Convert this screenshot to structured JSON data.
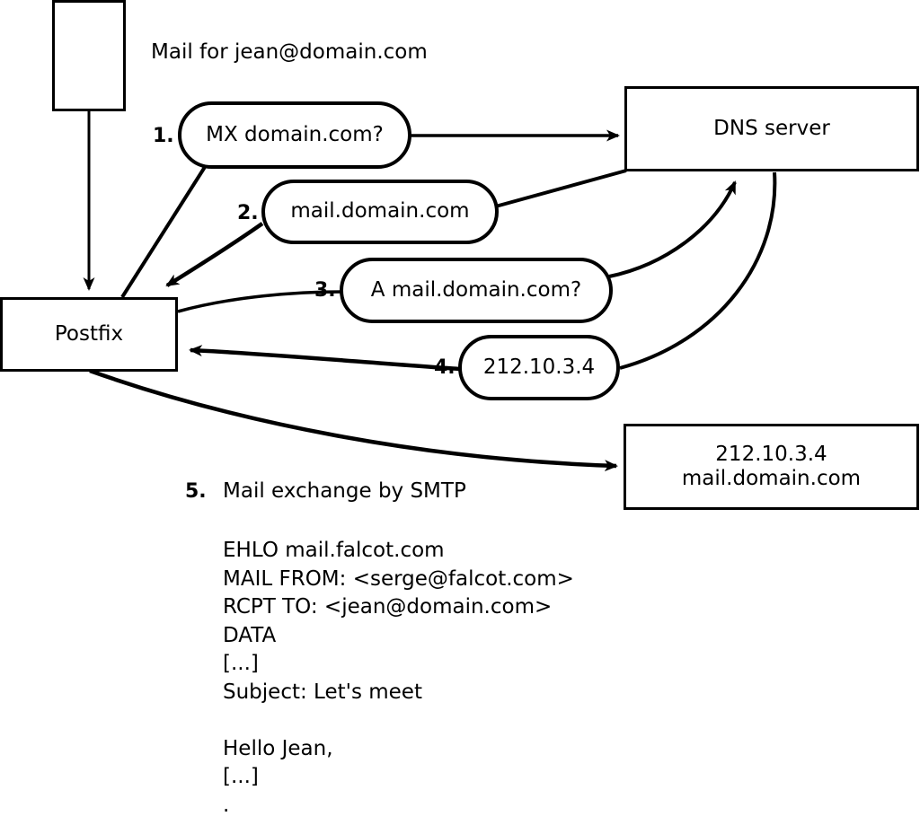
{
  "diagram": {
    "title_note": "Mail for jean@domain.com",
    "nodes": {
      "client_box": {
        "label": ""
      },
      "postfix": {
        "label": "Postfix"
      },
      "dns_server": {
        "label": "DNS server"
      },
      "remote_mx": {
        "label": "212.10.3.4\nmail.domain.com"
      }
    },
    "steps": [
      {
        "number": "1.",
        "label": "MX domain.com?"
      },
      {
        "number": "2.",
        "label": "mail.domain.com"
      },
      {
        "number": "3.",
        "label": "A mail.domain.com?"
      },
      {
        "number": "4.",
        "label": "212.10.3.4"
      }
    ],
    "smtp": {
      "number": "5.",
      "heading": "Mail exchange by SMTP",
      "transcript": "EHLO mail.falcot.com\nMAIL FROM: <serge@falcot.com>\nRCPT TO: <jean@domain.com>\nDATA\n[...]\nSubject: Let's meet\n\nHello Jean,\n[...]\n."
    },
    "colors": {
      "stroke": "#000000",
      "fill": "#ffffff",
      "text": "#000000"
    }
  }
}
